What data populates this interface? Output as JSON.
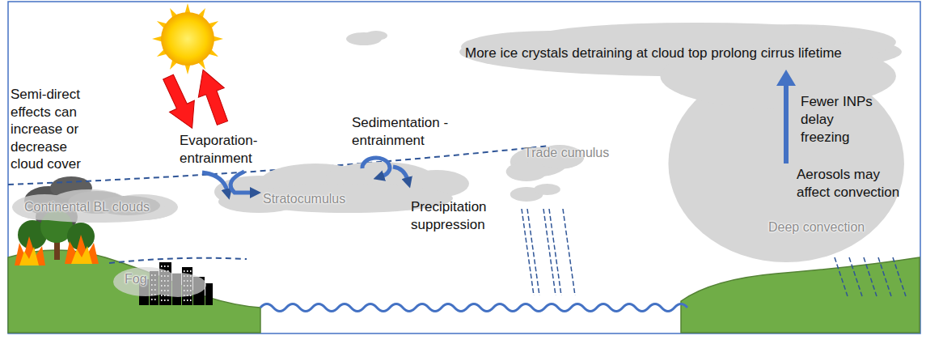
{
  "diagram": {
    "nodes": [
      {
        "text": [
          "Continental BL clouds"
        ]
      },
      {
        "text": [
          "Fog"
        ]
      },
      {
        "text": [
          "Stratocumulus"
        ]
      },
      {
        "text": [
          "Trade cumulus"
        ]
      },
      {
        "text": [
          "More ice crystals detraining at cloud top prolong cirrus lifetime",
          "Fewer INPs delay freezing",
          "Aerosols may affect convection",
          "Deep convection"
        ]
      }
    ],
    "labels": [
      "Semi-direct effects can increase or decrease cloud cover",
      "Evaporation- entrainment",
      "Sedimentation -entrainment",
      "Precipitation suppression"
    ]
  }
}
